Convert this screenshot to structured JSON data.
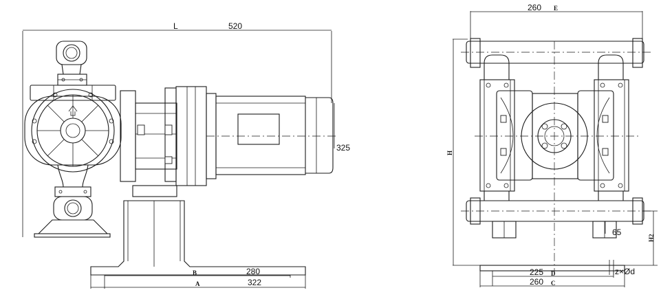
{
  "front_view": {
    "label_l": "L",
    "dim_l": "520",
    "dim_height": "325",
    "label_b": "B",
    "dim_b": "280",
    "label_a": "A",
    "dim_a": "322"
  },
  "side_view": {
    "dim_e": "260",
    "label_e": "E",
    "label_h": "H",
    "dim_outlet": "65",
    "label_h2": "H2",
    "dim_d": "225",
    "label_d": "D",
    "dim_c": "260",
    "label_c": "C",
    "label_hole": "z×Ød"
  }
}
